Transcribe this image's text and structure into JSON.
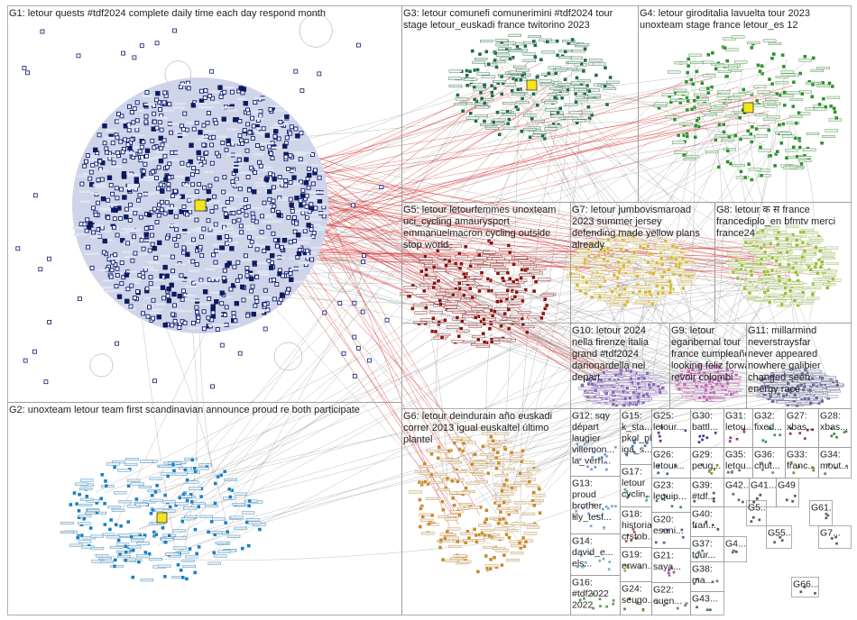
{
  "groups": [
    {
      "id": "G1",
      "lines": [
        "G1: letour quests #tdf2024 complete daily time each day respond month"
      ],
      "color": "#0a1a6e"
    },
    {
      "id": "G2",
      "lines": [
        "G2: unoxteam letour team first scandinavian announce proud re both participate"
      ],
      "color": "#1a7fc4"
    },
    {
      "id": "G3",
      "lines": [
        "G3: letour comunefi comunerimini #tdf2024 tour",
        "stage letour_euskadi france twitorino 2023"
      ],
      "color": "#1e6b45"
    },
    {
      "id": "G4",
      "lines": [
        "G4: letour giroditalia lavuelta tour 2023",
        "unoxteam stage france letour_es 12"
      ],
      "color": "#2f8f2f"
    },
    {
      "id": "G5",
      "lines": [
        "G5: letour letourfemmes unoxteam",
        "uci_cycling amaurysport",
        "emmanuelmacron cycling outside",
        "stop world"
      ],
      "color": "#8b1010"
    },
    {
      "id": "G6",
      "lines": [
        "G6: letour deindurain año euskadi",
        "correr 2013 igual euskaltel último",
        "plantel"
      ],
      "color": "#c88a2a"
    },
    {
      "id": "G7",
      "lines": [
        "G7: letour jumbovismaroad",
        "2023 summer jersey",
        "defending made yellow plans",
        "already"
      ],
      "color": "#d4b83a"
    },
    {
      "id": "G8",
      "lines": [
        "G8: letour क स france",
        "francediplo_en bfmtv merci",
        "france24"
      ],
      "color": "#9bbf3a"
    },
    {
      "id": "G9",
      "lines": [
        "G9: letour",
        "eganbernal tour",
        "france cumpleaños",
        "looking feliz forward",
        "revoir colombi"
      ],
      "color": "#b86fb0"
    },
    {
      "id": "G10",
      "lines": [
        "G10: letour 2024",
        "nella firenze italia",
        "grand #tdf2024",
        "darionardella nel",
        "depart"
      ],
      "color": "#8a6bb8"
    },
    {
      "id": "G11",
      "lines": [
        "G11: millarmind",
        "neverstraysfar",
        "never appeared",
        "nowhere galibier",
        "changed seen",
        "energy race"
      ],
      "color": "#6a6a9a"
    },
    {
      "id": "G12",
      "lines": [
        "G12: sqy",
        "départ",
        "laugier",
        "villemon...",
        "la_verri..."
      ],
      "color": "#7a9ad0"
    },
    {
      "id": "G13",
      "lines": [
        "G13:",
        "proud",
        "brother",
        "lily_tesf..."
      ],
      "color": "#7aa7d8"
    },
    {
      "id": "G14",
      "lines": [
        "G14:",
        "david_e...",
        "els..."
      ],
      "color": "#6fb0d0"
    },
    {
      "id": "G15",
      "lines": [
        "G15:",
        "k_sta...",
        "pkol_pl",
        "iga_s..."
      ],
      "color": "#4a7ab0"
    },
    {
      "id": "G16",
      "lines": [
        "G16:",
        "#tdf2022",
        "2022"
      ],
      "color": "#5a9a5a"
    },
    {
      "id": "G17",
      "lines": [
        "G17:",
        "letour",
        "cyclin..."
      ],
      "color": "#5aa0a0"
    },
    {
      "id": "G18",
      "lines": [
        "G18:",
        "historia",
        "crstob..."
      ],
      "color": "#a05a5a"
    },
    {
      "id": "G19",
      "lines": [
        "G19:",
        "erwan..."
      ],
      "color": "#a0a05a"
    },
    {
      "id": "G20",
      "lines": [
        "G20:",
        "esani..."
      ],
      "color": "#5a5aa0"
    },
    {
      "id": "G21",
      "lines": [
        "G21:",
        "saya..."
      ],
      "color": "#a05aa0"
    },
    {
      "id": "G22",
      "lines": [
        "G22:",
        "euen..."
      ],
      "color": "#7a7a7a"
    },
    {
      "id": "G23",
      "lines": [
        "G23:",
        "lequip..."
      ],
      "color": "#3a8a6a"
    },
    {
      "id": "G24",
      "lines": [
        "G24:",
        "seugo..."
      ],
      "color": "#8a6a3a"
    },
    {
      "id": "G25",
      "lines": [
        "G25:",
        "letour..."
      ],
      "color": "#6a3a8a"
    },
    {
      "id": "G26",
      "lines": [
        "G26:",
        "letour..."
      ],
      "color": "#3a6a8a"
    },
    {
      "id": "G27",
      "lines": [
        "G27:",
        "xbas..."
      ],
      "color": "#8a3a3a"
    },
    {
      "id": "G28",
      "lines": [
        "G28:",
        "xbas..."
      ],
      "color": "#3a8a3a"
    },
    {
      "id": "G29",
      "lines": [
        "G29:",
        "peug..."
      ],
      "color": "#8a8a3a"
    },
    {
      "id": "G30",
      "lines": [
        "G30:",
        "battl..."
      ],
      "color": "#3a3a8a"
    },
    {
      "id": "G31",
      "lines": [
        "G31:",
        "letou..."
      ],
      "color": "#8a3a8a"
    },
    {
      "id": "G32",
      "lines": [
        "G32:",
        "fixed..."
      ],
      "color": "#3a8a8a"
    },
    {
      "id": "G33",
      "lines": [
        "G33:",
        "franc..."
      ],
      "color": "#6a8a3a"
    },
    {
      "id": "G34",
      "lines": [
        "G34:",
        "mout..."
      ],
      "color": "#8a6a6a"
    },
    {
      "id": "G35",
      "lines": [
        "G35:",
        "letou..."
      ],
      "color": "#6a6a8a"
    },
    {
      "id": "G36",
      "lines": [
        "G36:",
        "chut..."
      ],
      "color": "#8a8a6a"
    },
    {
      "id": "G37",
      "lines": [
        "G37:",
        "tour..."
      ],
      "color": "#6a8a8a"
    },
    {
      "id": "G38",
      "lines": [
        "G38:",
        "ma..."
      ],
      "color": "#8a6a8a"
    },
    {
      "id": "G39",
      "lines": [
        "G39:",
        "#tdf..."
      ],
      "color": "#4a6a4a"
    },
    {
      "id": "G40",
      "lines": [
        "G40:",
        "fran..."
      ],
      "color": "#6a4a4a"
    },
    {
      "id": "G41",
      "lines": [
        "G41..."
      ],
      "color": "#4a4a6a"
    },
    {
      "id": "G42",
      "lines": [
        "G42..."
      ],
      "color": "#6a6a4a"
    },
    {
      "id": "G43",
      "lines": [
        "G43..."
      ],
      "color": "#4a6a6a"
    },
    {
      "id": "G49",
      "lines": [
        "G49"
      ],
      "color": "#6a4a6a"
    },
    {
      "id": "G4x",
      "lines": [
        "G4..."
      ],
      "color": "#5a5a5a"
    },
    {
      "id": "G5x",
      "lines": [
        "G5..."
      ],
      "color": "#5a5a5a"
    },
    {
      "id": "G55",
      "lines": [
        "G55..."
      ],
      "color": "#5a5a5a"
    },
    {
      "id": "G61",
      "lines": [
        "G61..."
      ],
      "color": "#5a5a5a"
    },
    {
      "id": "G66",
      "lines": [
        "G66..."
      ],
      "color": "#5a5a5a"
    },
    {
      "id": "G7x",
      "lines": [
        "G7..."
      ],
      "color": "#5a5a5a"
    }
  ]
}
